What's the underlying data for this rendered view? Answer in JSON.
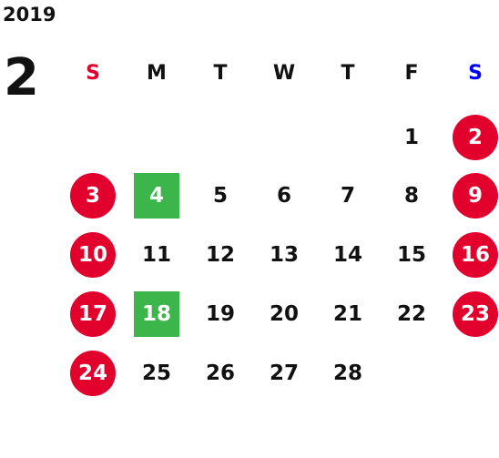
{
  "year": "2019",
  "month": "2",
  "weekdays": [
    "S",
    "M",
    "T",
    "W",
    "T",
    "F",
    "S"
  ],
  "colors": {
    "sunday_text": "#e2002d",
    "saturday_text": "#0000ff",
    "holiday_circle": "#e2002d",
    "highlight_square": "#3cb54a"
  },
  "weeks": [
    [
      "",
      "",
      "",
      "",
      "",
      "1",
      "2"
    ],
    [
      "3",
      "4",
      "5",
      "6",
      "7",
      "8",
      "9"
    ],
    [
      "10",
      "11",
      "12",
      "13",
      "14",
      "15",
      "16"
    ],
    [
      "17",
      "18",
      "19",
      "20",
      "21",
      "22",
      "23"
    ],
    [
      "24",
      "25",
      "26",
      "27",
      "28",
      "",
      ""
    ]
  ],
  "circled_days": [
    "2",
    "3",
    "9",
    "10",
    "16",
    "17",
    "23",
    "24"
  ],
  "highlighted_days": [
    "4",
    "18"
  ]
}
